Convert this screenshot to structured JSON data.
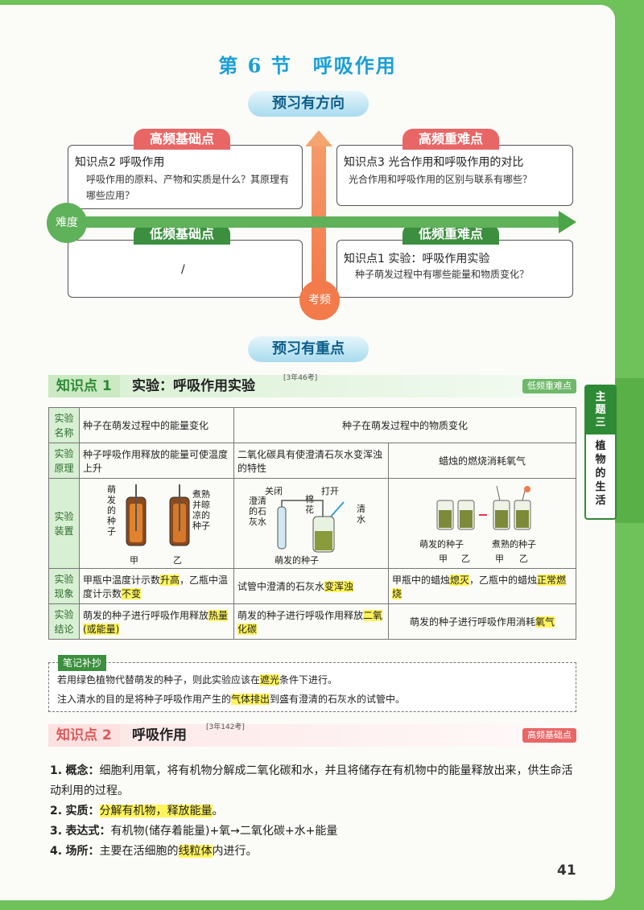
{
  "section_title": "第 6 节　呼吸作用",
  "preview_direction": "预习有方向",
  "preview_focus": "预习有重点",
  "quadrant": {
    "axis_difficulty": "难度",
    "axis_frequency": "考频",
    "high_basic": {
      "tag": "高频基础点",
      "title": "知识点2 呼吸作用",
      "question": "呼吸作用的原料、产物和实质是什么？其原理有哪些应用？"
    },
    "high_difficult": {
      "tag": "高频重难点",
      "title": "知识点3 光合作用和呼吸作用的对比",
      "question": "光合作用和呼吸作用的区别与联系有哪些？"
    },
    "low_basic": {
      "tag": "低频基础点",
      "content": "/"
    },
    "low_difficult": {
      "tag": "低频重难点",
      "title": "知识点1 实验：呼吸作用实验",
      "question": "种子萌发过程中有哪些能量和物质变化？"
    }
  },
  "kp1": {
    "label": "知识点 1",
    "title": "实验：呼吸作用实验",
    "count": "[3年46考]",
    "badge": "低频重难点"
  },
  "table": {
    "headers": {
      "name": "实验名称",
      "principle": "实验原理",
      "apparatus": "实验装置",
      "phenomenon": "实验现象",
      "conclusion": "实验结论"
    },
    "col1": {
      "name": "种子在萌发过程中的能量变化",
      "principle": "种子呼吸作用释放的能量可使温度上升",
      "phen_pre": "甲瓶中温度计示数",
      "phen_hl1": "升高",
      "phen_mid": "，乙瓶中温度计示数",
      "phen_hl2": "不变",
      "con_pre": "萌发的种子进行呼吸作用释放",
      "con_hl": "热量",
      "con_post": "(或能量)",
      "left_label": "萌发的种子",
      "right_label": "煮熟并晾凉的种子",
      "jia": "甲",
      "yi": "乙"
    },
    "col23_name": "种子在萌发过程中的物质变化",
    "col2": {
      "principle": "二氧化碳具有使澄清石灰水变浑浊的特性",
      "phen_pre": "试管中澄清的石灰水",
      "phen_hl": "变浑浊",
      "con_pre": "萌发的种子进行呼吸作用释放",
      "con_hl": "二氧化碳",
      "label_close": "关闭",
      "label_cotton": "棉花",
      "label_open": "打开",
      "label_limewater": "澄清的石灰水",
      "label_water": "清水",
      "label_seed": "萌发的种子"
    },
    "col3": {
      "principle": "蜡烛的燃烧消耗氧气",
      "phen_a": "甲瓶中的蜡烛",
      "phen_hl1": "熄灭",
      "phen_b": "，乙瓶中的蜡烛",
      "phen_hl2": "正常燃烧",
      "con_pre": "萌发的种子进行呼吸作用消耗",
      "con_hl": "氧气",
      "label_sprout": "萌发的种子",
      "label_cooked": "煮熟的种子",
      "jia": "甲",
      "yi": "乙"
    }
  },
  "notes": {
    "tag": "笔记补抄",
    "line1_pre": "若用绿色植物代替萌发的种子，则此实验应该在",
    "line1_hl": "遮光",
    "line1_post": "条件下进行。",
    "line2_pre": "注入清水的目的是将种子呼吸作用产生的",
    "line2_hl": "气体排出",
    "line2_post": "到盛有澄清的石灰水的试管中。"
  },
  "kp2": {
    "label": "知识点 2",
    "title": "呼吸作用",
    "count": "[3年142考]",
    "badge": "高频基础点"
  },
  "items": [
    {
      "num": "1.",
      "head": "概念：",
      "text": "细胞利用氧，将有机物分解成二氧化碳和水，并且将储存在有机物中的能量释放出来，供生命活动利用的过程。"
    },
    {
      "num": "2.",
      "head": "实质：",
      "hl": "分解有机物，释放能量",
      "tail": "。"
    },
    {
      "num": "3.",
      "head": "表达式：",
      "text": "有机物(储存着能量)+氧→二氧化碳+水+能量"
    },
    {
      "num": "4.",
      "head": "场所：",
      "pre": "主要在活细胞的",
      "hl": "线粒体",
      "tail": "内进行。"
    }
  ],
  "sidebar": {
    "top": "主题三",
    "bottom": "植物的生活"
  },
  "page_number": "41",
  "colors": {
    "title": "#1a9fd6",
    "green": "#2f8a36",
    "red": "#e96666",
    "highlight": "#fff45c"
  }
}
